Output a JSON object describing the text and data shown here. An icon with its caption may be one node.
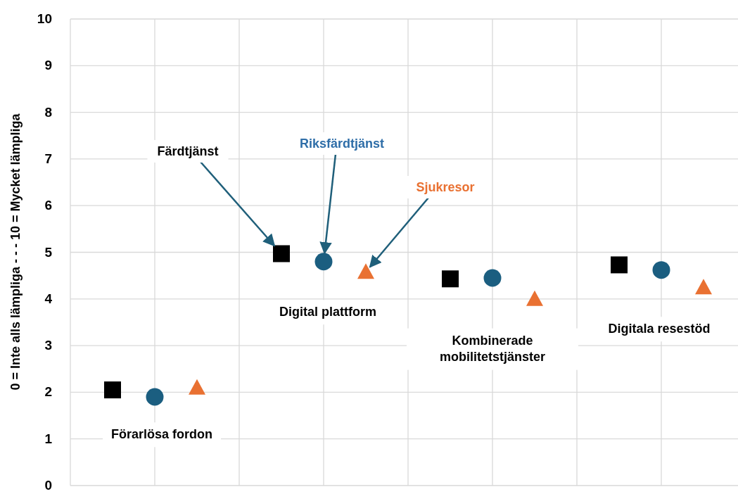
{
  "diagram": {
    "nodes": [
      {
        "text": [
          "Färdtjänst"
        ]
      },
      {
        "text": [
          "Riksfärdtjänst"
        ]
      },
      {
        "text": [
          "Sjukresor"
        ]
      },
      {
        "text": [
          "Förarlösa fordon"
        ]
      },
      {
        "text": [
          "Digital plattform"
        ]
      },
      {
        "text": [
          "Kombinerade mobilitetstjänster"
        ]
      },
      {
        "text": [
          "Digitala resestöd"
        ]
      },
      {
        "text": [],
        "shape": "box"
      },
      {
        "text": [],
        "shape": "circle"
      },
      {
        "text": [],
        "shape": "triangle"
      },
      {
        "text": [],
        "shape": "box"
      },
      {
        "text": [],
        "shape": "circle"
      },
      {
        "text": [],
        "shape": "triangle"
      },
      {
        "text": [],
        "shape": "box"
      },
      {
        "text": [],
        "shape": "circle"
      },
      {
        "text": [],
        "shape": "triangle"
      },
      {
        "text": [],
        "shape": "box"
      },
      {
        "text": [],
        "shape": "circle"
      },
      {
        "text": [],
        "shape": "triangle"
      }
    ],
    "edges": [
      {
        "from": 0,
        "to": 10,
        "arrow": "to"
      },
      {
        "from": 1,
        "to": 11,
        "arrow": "to"
      },
      {
        "from": 2,
        "to": 12,
        "arrow": "to"
      }
    ],
    "chart_data": {
      "type": "scatter",
      "ylabel": "0 = Inte alls lämpliga - - - 10 = Mycket lämpliga",
      "series": [
        {
          "color": "#000000",
          "values": [
            2.05,
            4.97,
            4.43,
            4.73
          ]
        },
        {
          "color": "#1b5e80",
          "values": [
            1.9,
            4.8,
            4.45,
            4.62
          ]
        },
        {
          "color": "#e97132",
          "values": [
            2.1,
            4.58,
            4.0,
            4.25
          ]
        }
      ],
      "ylim": [
        0,
        10
      ],
      "grid": true,
      "yticks": [
        0,
        1,
        2,
        3,
        4,
        5,
        6,
        7,
        8,
        9,
        10
      ]
    }
  }
}
